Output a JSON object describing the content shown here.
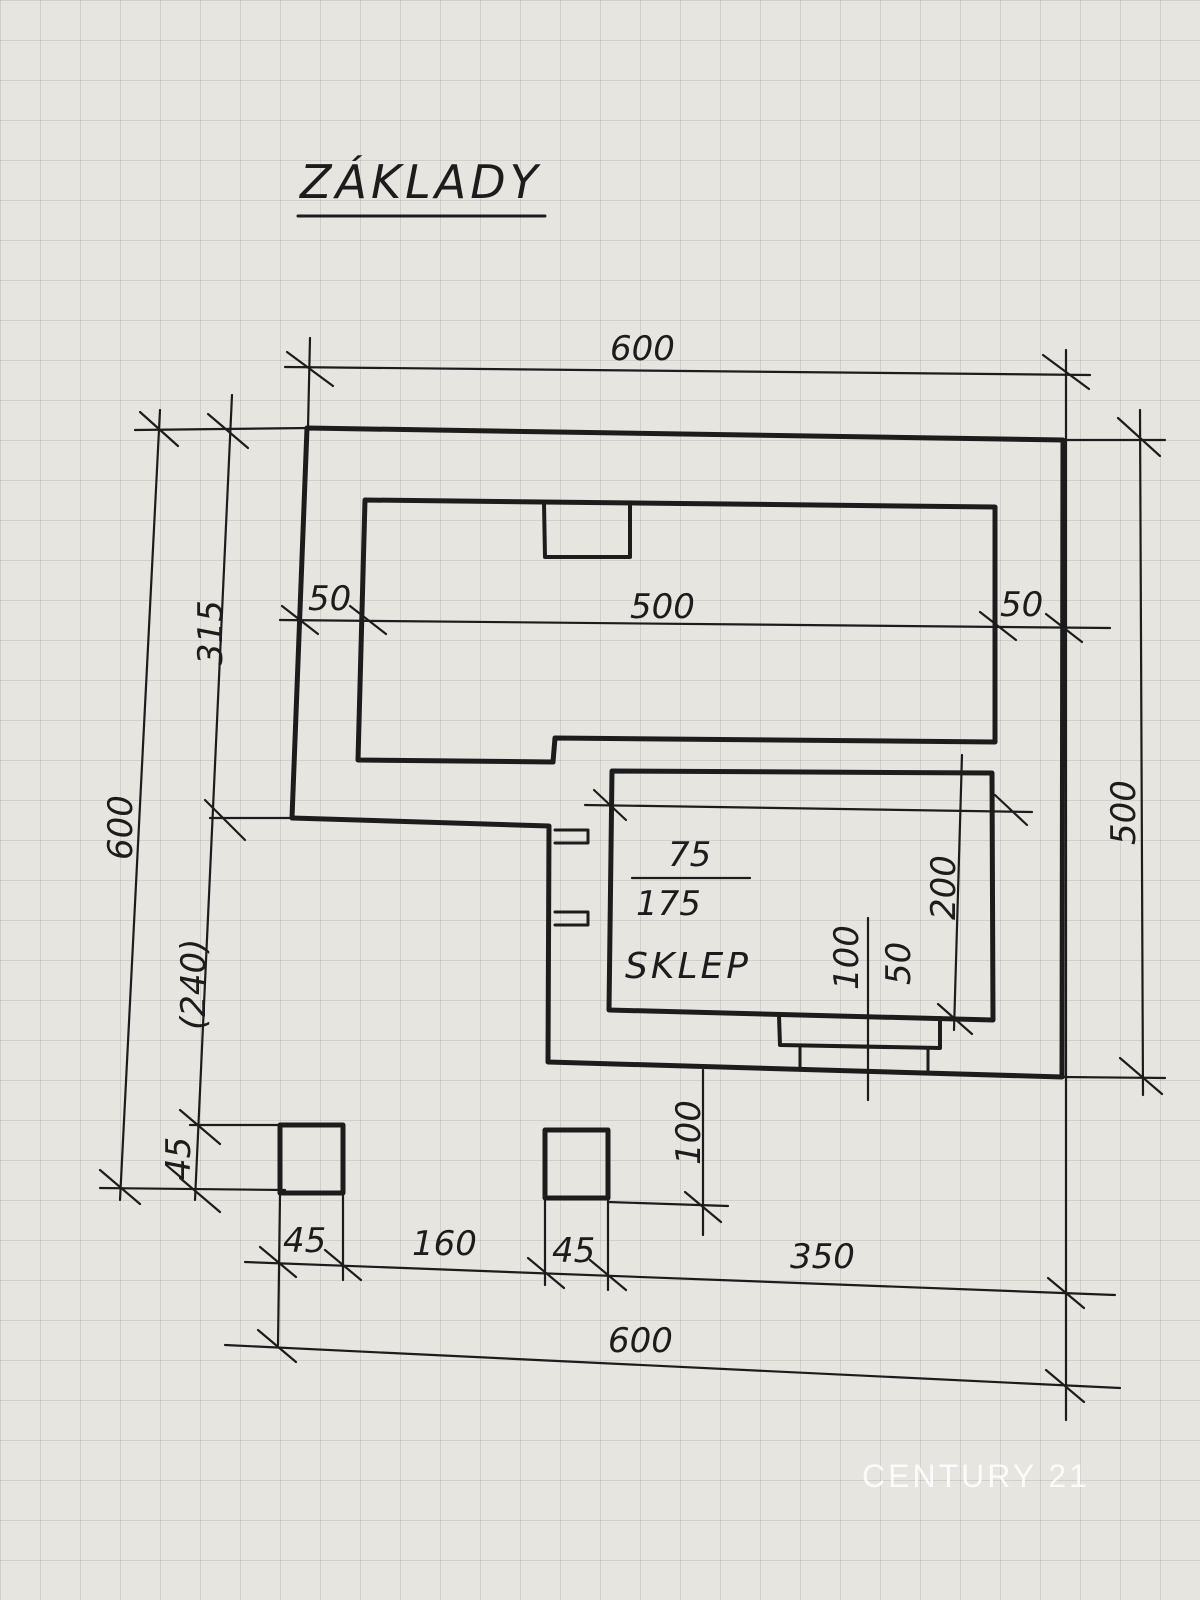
{
  "title": "ZÁKLADY",
  "room_label": "SKLEP",
  "dimensions": {
    "top_width": "600",
    "inner_width": "500",
    "left_wall": "50",
    "right_wall": "50",
    "left_total": "600",
    "left_upper": "315",
    "left_lower": "(240)",
    "right_height": "500",
    "cellar_height": "200",
    "stair_top": "75",
    "stair_bottom": "175",
    "window_top": "100",
    "window_bottom": "50",
    "step_height": "100",
    "pillar_height": "45",
    "pillar_left_width": "45",
    "pillar_gap": "160",
    "pillar_right_width": "45",
    "right_span": "350",
    "bottom_width": "600"
  },
  "watermark": "CENTURY 21"
}
